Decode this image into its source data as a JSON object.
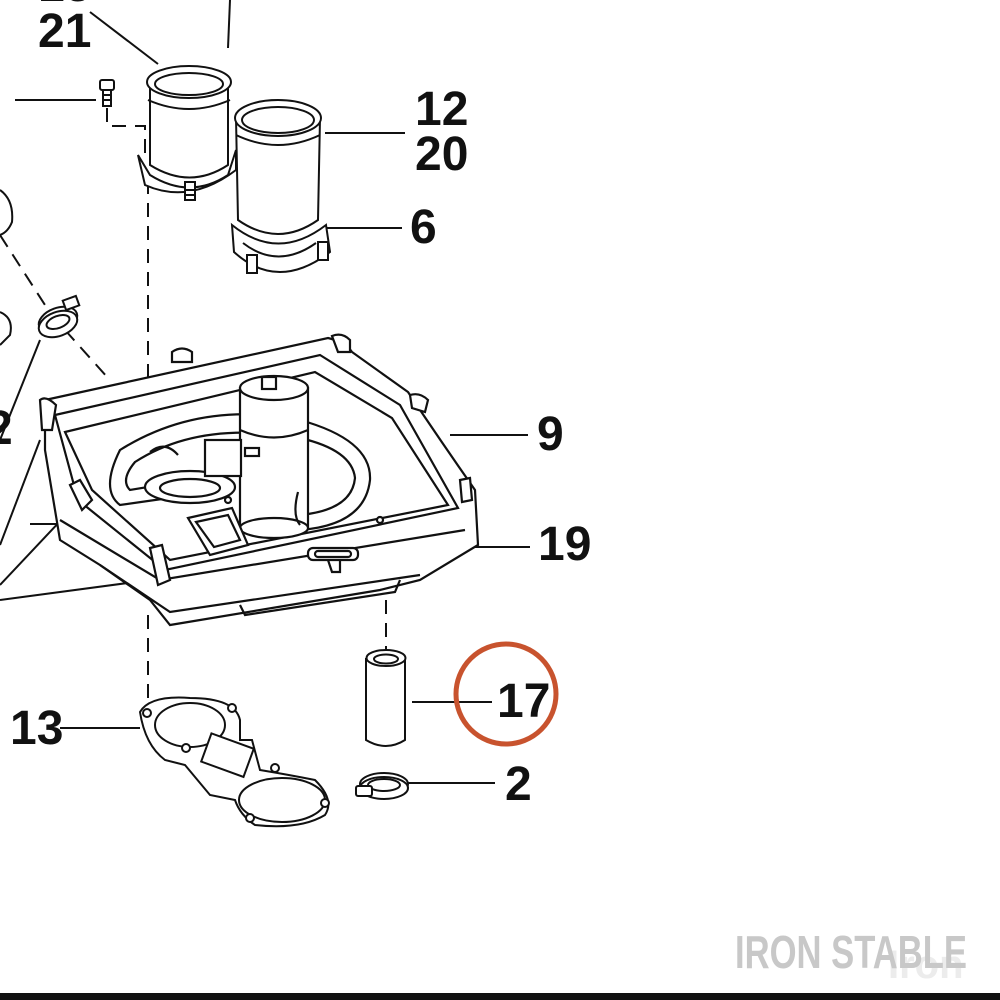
{
  "diagram": {
    "callouts": {
      "c21": "21",
      "c12": "12",
      "c20": "20",
      "c6": "6",
      "c9": "9",
      "c19": "19",
      "c13": "13",
      "c17": "17",
      "c2": "2"
    },
    "highlight_color": "#c8532e",
    "line_color": "#111111"
  },
  "watermark": {
    "text": "IRON STABLE",
    "sub": "Iron"
  }
}
